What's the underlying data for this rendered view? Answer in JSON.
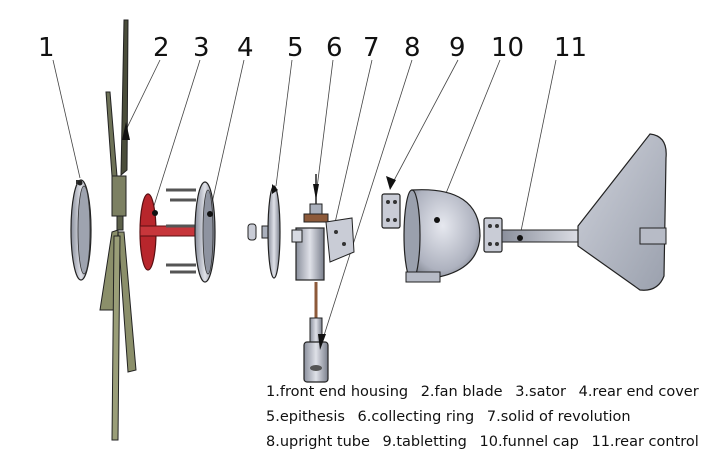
{
  "parts": [
    {
      "number": "1",
      "name": "front end housing"
    },
    {
      "number": "2",
      "name": "fan blade"
    },
    {
      "number": "3",
      "name": "sator"
    },
    {
      "number": "4",
      "name": "rear end cover"
    },
    {
      "number": "5",
      "name": "epithesis"
    },
    {
      "number": "6",
      "name": "collecting ring"
    },
    {
      "number": "7",
      "name": "solid of revolution"
    },
    {
      "number": "8",
      "name": "upright tube"
    },
    {
      "number": "9",
      "name": "tabletting"
    },
    {
      "number": "10",
      "name": "funnel cap"
    },
    {
      "number": "11",
      "name": "rear control"
    }
  ],
  "legend_rows": [
    [
      {
        "text": "1.front end housing"
      },
      {
        "text": "2.fan blade"
      },
      {
        "text": "3.sator"
      },
      {
        "text": "4.rear end cover"
      }
    ],
    [
      {
        "text": "5.epithesis"
      },
      {
        "text": "6.collecting ring"
      },
      {
        "text": "7.solid of revolution"
      }
    ],
    [
      {
        "text": "8.upright tube"
      },
      {
        "text": "9.tabletting"
      },
      {
        "text": "10.funnel cap"
      },
      {
        "text": "11.rear control"
      }
    ]
  ],
  "colors": {
    "metal_light": "#c9ccd6",
    "metal_dark": "#6d7280",
    "blade": "#8b8f6a",
    "stator": "#b8262c",
    "outline": "#222222"
  }
}
